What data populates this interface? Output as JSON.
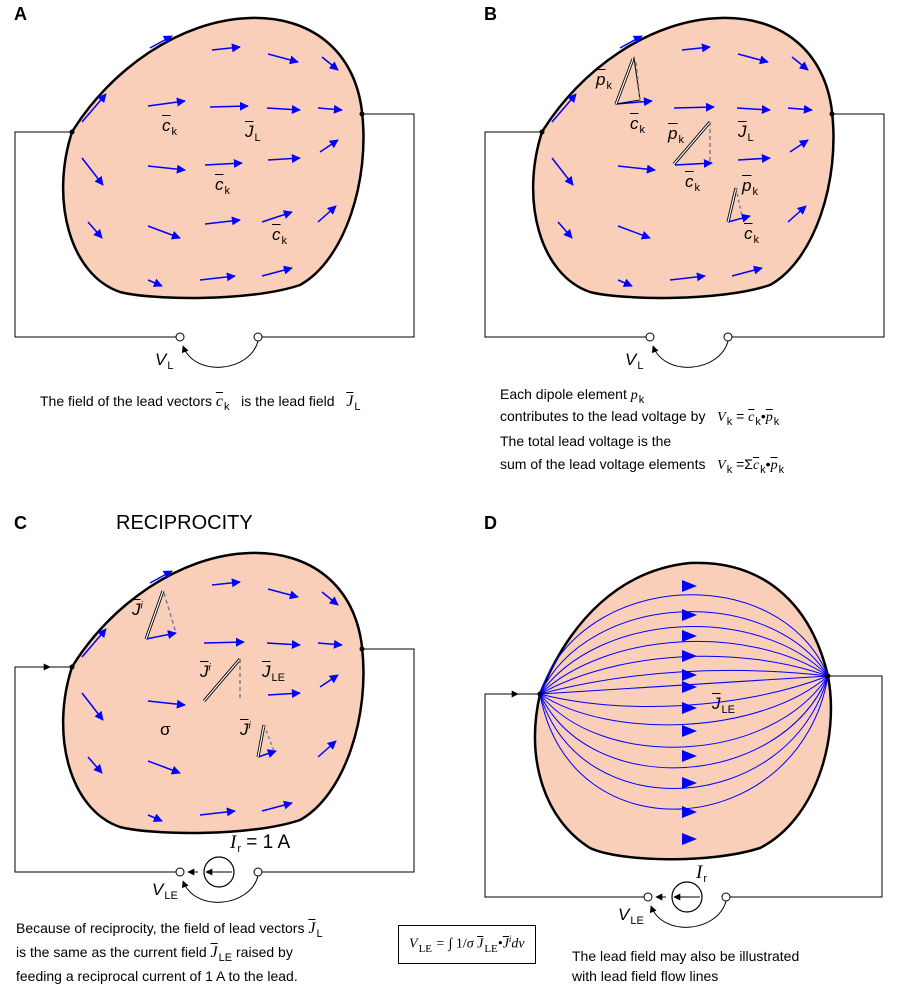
{
  "panels": {
    "a": {
      "letter": "A",
      "caption": "The field of the lead vectors",
      "caption_tail": "is the lead field"
    },
    "b": {
      "letter": "B",
      "line1": "Each dipole element",
      "line2": "contributes to the lead voltage by",
      "line3": "The total lead voltage is the",
      "line4": "sum of the lead voltage elements"
    },
    "c": {
      "letter": "C",
      "title": "RECIPROCITY",
      "current": "= 1 A",
      "line1a": "Because of reciprocity, the field of lead vectors",
      "line2a": "is the same as the current field",
      "line2b": "raised by",
      "line3": "feeding a reciprocal current of 1 A to the lead.",
      "sigma": "σ"
    },
    "d": {
      "letter": "D",
      "line1": "The lead field may also be illustrated",
      "line2": "with lead field flow lines"
    }
  },
  "symbols": {
    "c": "c",
    "k": "k",
    "J": "J",
    "L": "L",
    "V": "V",
    "p": "p",
    "LE": "LE",
    "i": "i",
    "I": "I",
    "r": "r"
  },
  "colors": {
    "body_fill": "#f9cfb9",
    "arrow": "#0000ff",
    "outline": "#000000",
    "dipole": "#808080"
  }
}
